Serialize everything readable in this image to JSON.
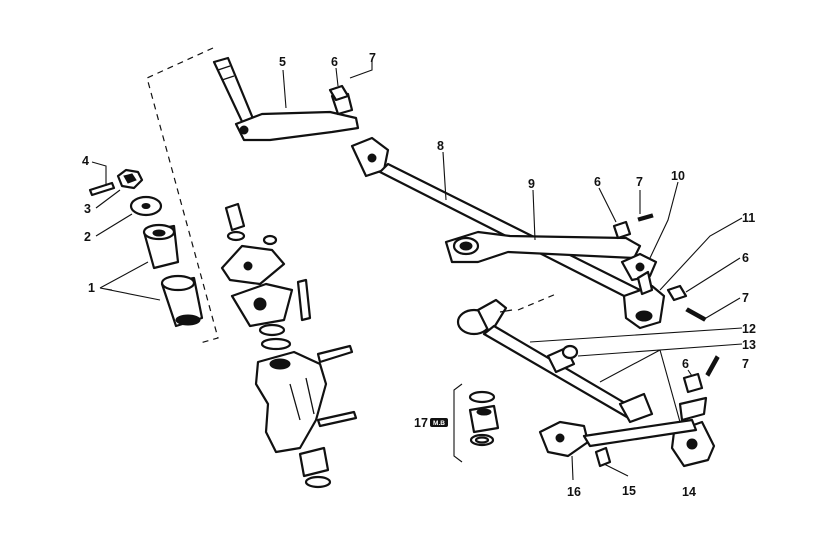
{
  "callouts": {
    "c1": "1",
    "c2": "2",
    "c3": "3",
    "c4": "4",
    "c5": "5",
    "c6a": "6",
    "c7a": "7",
    "c8": "8",
    "c9": "9",
    "c6b": "6",
    "c7b": "7",
    "c10": "10",
    "c11": "11",
    "c6c": "6",
    "c7c": "7",
    "c12": "12",
    "c13": "13",
    "c6d": "6",
    "c7d": "7",
    "c14": "14",
    "c15": "15",
    "c16": "16",
    "c17": "17"
  },
  "kit_badge": "M.B"
}
